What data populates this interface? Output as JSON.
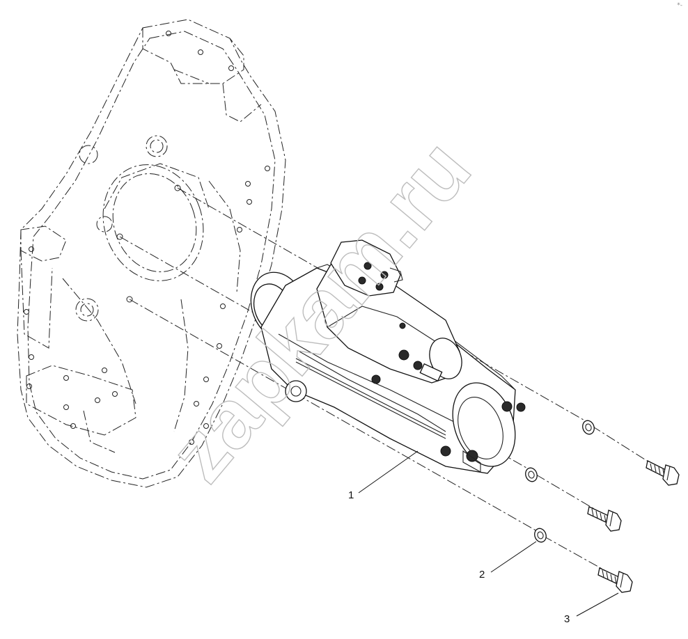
{
  "callouts": [
    {
      "id": "1",
      "label": "1"
    },
    {
      "id": "2",
      "label": "2"
    },
    {
      "id": "3",
      "label": "3"
    }
  ],
  "watermark": "zapkam.ru",
  "corner_mark": "*-"
}
